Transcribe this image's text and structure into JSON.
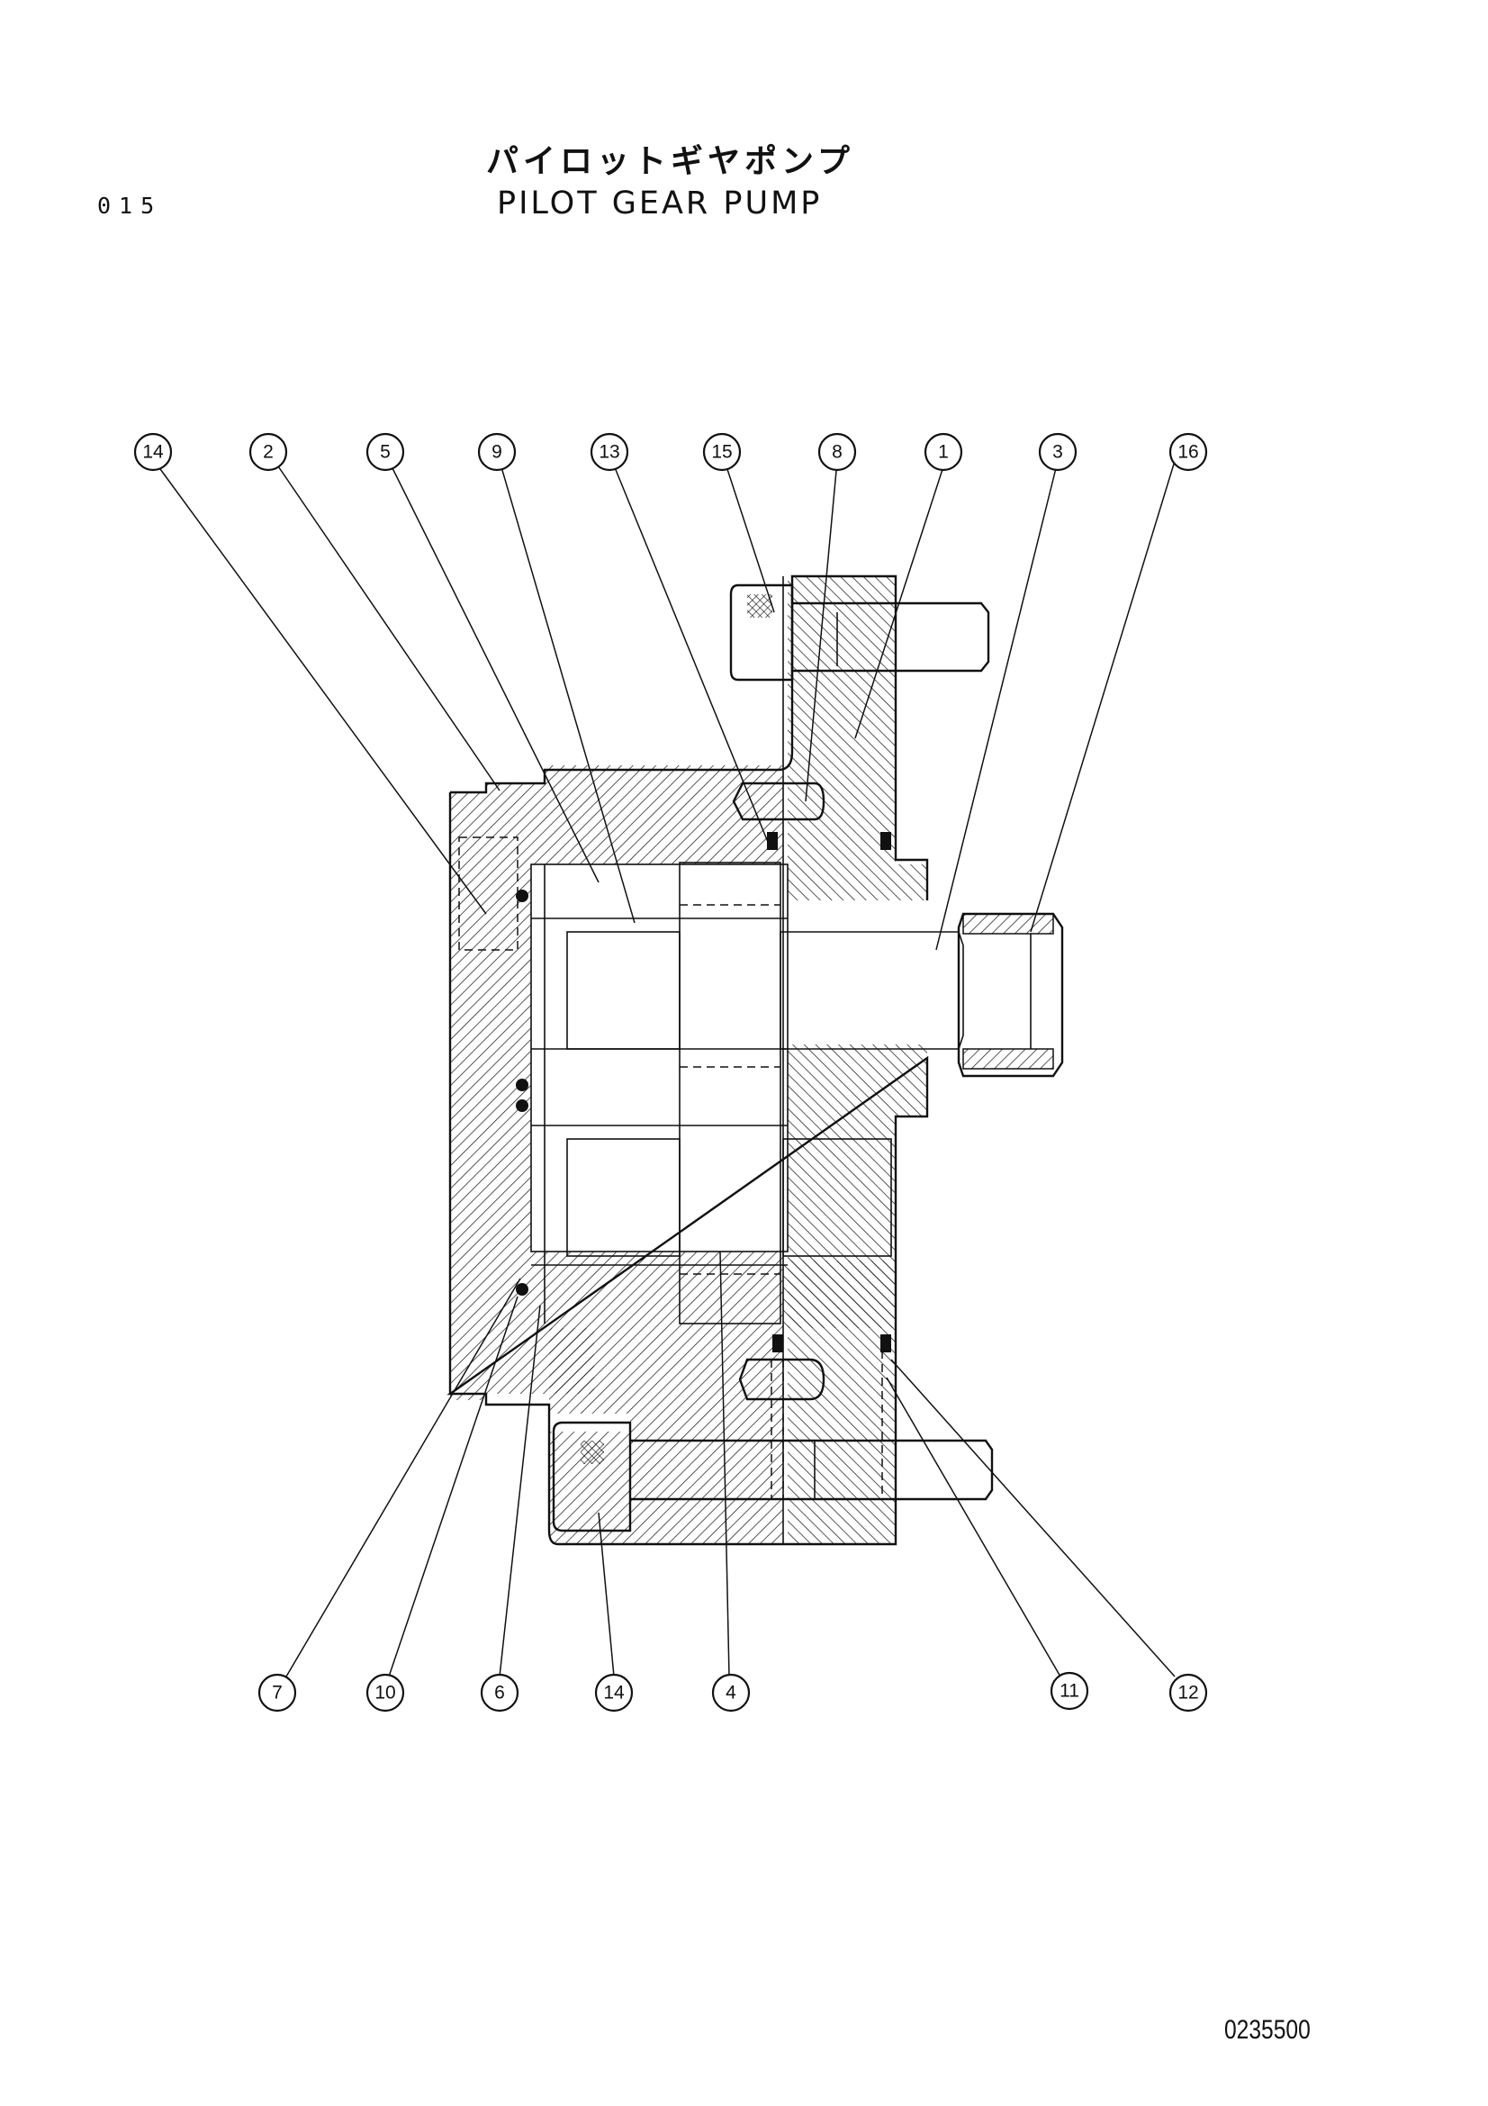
{
  "header": {
    "page_number": "015",
    "title_japanese": "パイロットギヤポンプ",
    "title_english": "PILOT GEAR PUMP"
  },
  "callouts_top": [
    "14",
    "2",
    "5",
    "9",
    "13",
    "15",
    "8",
    "1",
    "3",
    "16"
  ],
  "callouts_bottom": [
    "7",
    "10",
    "6",
    "14",
    "4",
    "11",
    "12"
  ],
  "footer": {
    "drawing_number": "0235500"
  }
}
